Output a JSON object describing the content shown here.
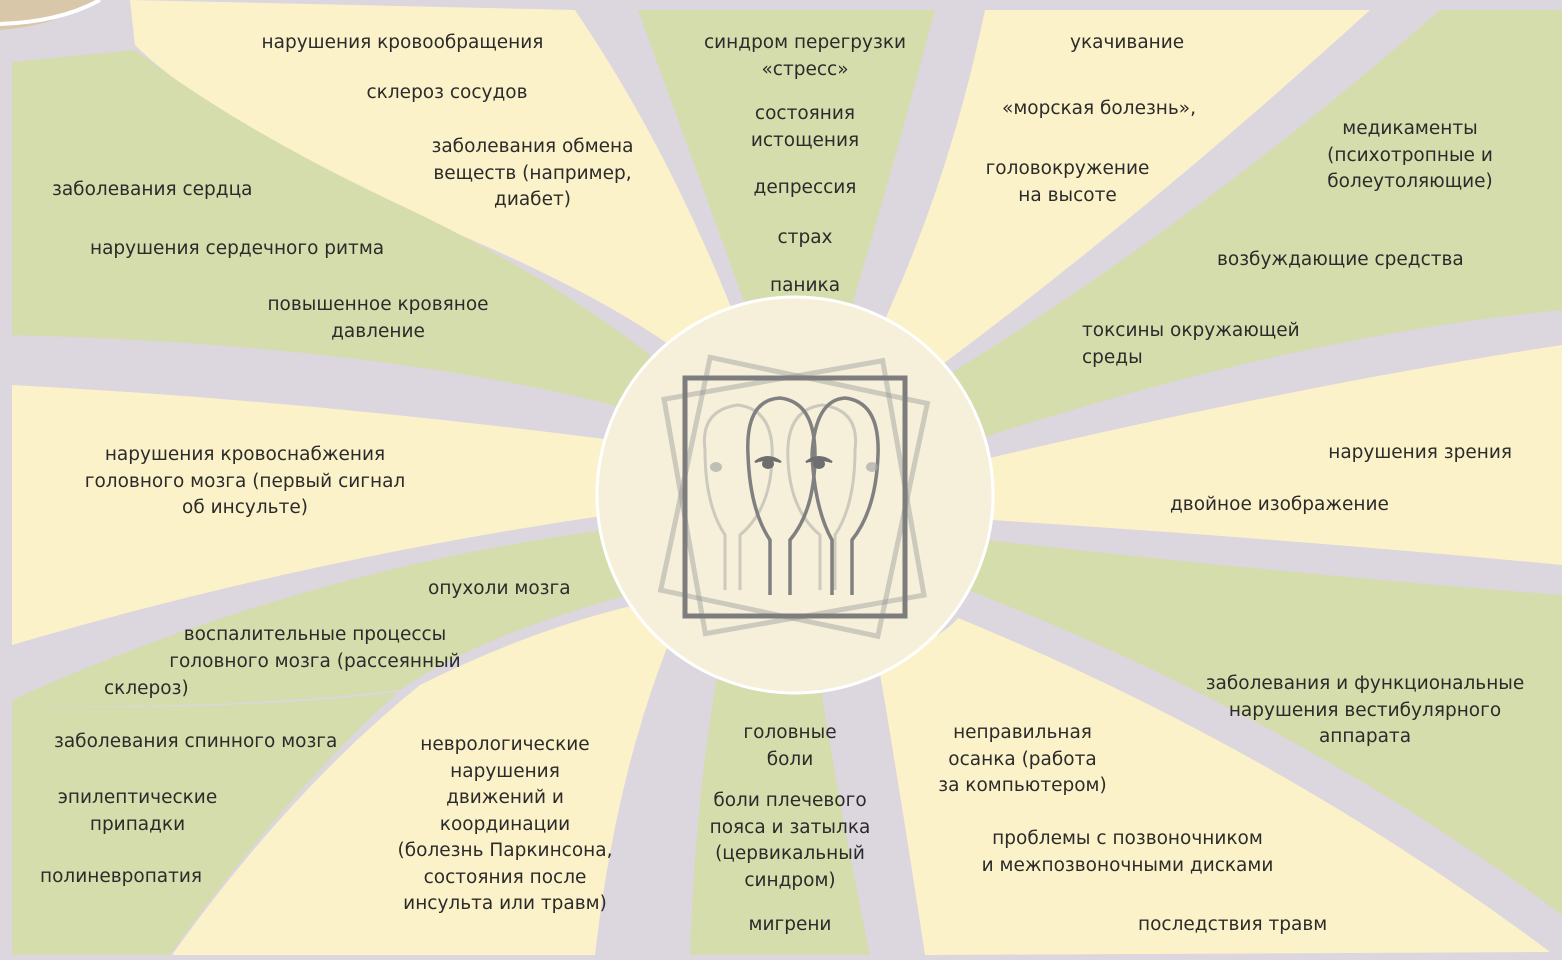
{
  "colors": {
    "background": "#dcd6df",
    "yellow": "#fcf2c9",
    "green": "#d5ddac",
    "center": "#f6f0da",
    "frame": "#7d7d7d"
  },
  "center_icon": "double-vision-faces-icon",
  "sections": {
    "circulation": {
      "items": [
        "нарушения кровообращения",
        "склероз сосудов",
        "заболевания обмена\nвеществ (например,\nдиабет)"
      ]
    },
    "heart": {
      "items": [
        "заболевания сердца",
        "нарушения сердечного ритма",
        "повышенное кровяное\nдавление"
      ]
    },
    "blood_supply": {
      "items": [
        "нарушения кровоснабжения\nголовного мозга (первый сигнал\nоб инсульте)"
      ]
    },
    "brain": {
      "items": [
        "опухоли мозга",
        "воспалительные процессы\nголовного мозга (рассеянный",
        "склероз)"
      ]
    },
    "nervous": {
      "items": [
        "заболевания спинного мозга",
        "эпилептические\nприпадки",
        "полиневропатия"
      ]
    },
    "neuro": {
      "items": [
        "неврологические\nнарушения\nдвижений и\nкоординации\n(болезнь Паркинсона,\nсостояния после\nинсульта или травм)"
      ]
    },
    "pain": {
      "items": [
        "головные\nболи",
        "боли плечевого\nпояса и затылка\n(цервикальный\nсиндром)",
        "мигрени"
      ]
    },
    "spine": {
      "items": [
        "неправильная\nосанка (работа\nза компьютером)",
        "проблемы с позвоночником\nи межпозвоночными дисками",
        "последствия травм"
      ]
    },
    "vestibular": {
      "items": [
        "заболевания и функциональные\nнарушения вестибулярного\nаппарата"
      ]
    },
    "vision": {
      "items": [
        "нарушения зрения",
        "двойное изображение"
      ]
    },
    "substances": {
      "items": [
        "медикаменты\n(психотропные и\nболеутоляющие)",
        "возбуждающие средства",
        "токсины окружающей\nсреды"
      ]
    },
    "motion": {
      "items": [
        "укачивание",
        "«морская болезнь»,",
        "головокружение\nна высоте"
      ]
    },
    "stress": {
      "items": [
        "синдром перегрузки\n«стресс»",
        "состояния\nистощения",
        "депрессия",
        "страх",
        "паника"
      ]
    }
  }
}
